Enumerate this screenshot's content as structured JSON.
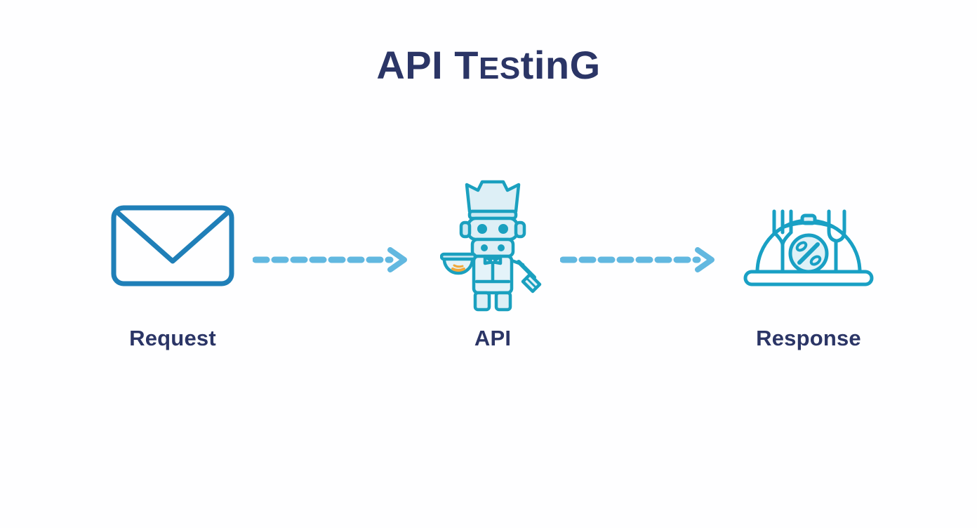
{
  "page": {
    "background_color": "#fefeff"
  },
  "title": {
    "full_text": "API TestinG",
    "part_1": "API T",
    "part_2": "E",
    "part_3": "S",
    "part_4": "TIN",
    "part_5": "G",
    "color": "#2b3566"
  },
  "colors": {
    "title_navy": "#2b3566",
    "label_navy": "#2b3566",
    "envelope_blue": "#1f7fb8",
    "robot_teal": "#1aa0bf",
    "robot_fill": "#d9eef5",
    "robot_accent_orange": "#f0a93c",
    "cloche_teal": "#19a0c4",
    "arrow_blue": "#62b8e0"
  },
  "flow": {
    "nodes": [
      {
        "id": "request",
        "label": "Request",
        "icon": "envelope-icon"
      },
      {
        "id": "api",
        "label": "API",
        "icon": "robot-chef-icon"
      },
      {
        "id": "response",
        "label": "Response",
        "icon": "food-cloche-icon"
      }
    ],
    "arrows": [
      {
        "id": "arrow-request-to-api",
        "icon": "dashed-arrow-right-icon"
      },
      {
        "id": "arrow-api-to-response",
        "icon": "dashed-arrow-right-icon"
      }
    ]
  }
}
